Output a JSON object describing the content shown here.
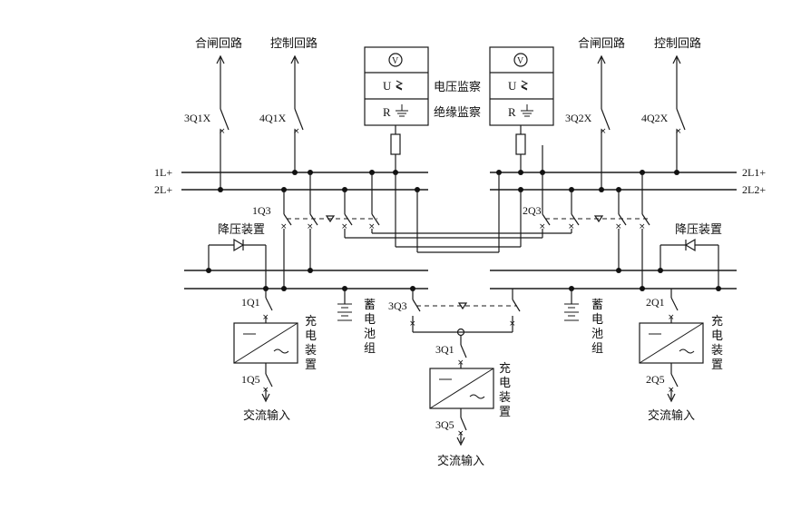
{
  "labels": {
    "close_circuit": "合闸回路",
    "control_circuit": "控制回路",
    "voltage_monitor": "电压监察",
    "insulation_monitor": "绝缘监察",
    "step_down_device": "降压装置",
    "charger_device": "充电装置",
    "battery_group": "蓄电池组",
    "ac_input": "交流输入",
    "meter_v": "V",
    "meter_u": "U",
    "meter_r": "R",
    "ch_chong": "充",
    "ch_dian": "电",
    "ch_zhuang": "装",
    "ch_zhi": "置",
    "bat_xu": "蓄",
    "bat_dian": "电",
    "bat_chi": "池",
    "bat_zu": "组"
  },
  "switches": {
    "s3q1x": "3Q1X",
    "s4q1x": "4Q1X",
    "s3q2x": "3Q2X",
    "s4q2x": "4Q2X",
    "s1q3": "1Q3",
    "s2q3": "2Q3",
    "s3q3": "3Q3",
    "s1q1": "1Q1",
    "s1q5": "1Q5",
    "s2q1": "2Q1",
    "s2q5": "2Q5",
    "s3q1": "3Q1",
    "s3q5": "3Q5"
  },
  "buses": {
    "l1p": "1L+",
    "l2p": "2L+",
    "ll1p": "2L1+",
    "ll2p": "2L2+"
  }
}
